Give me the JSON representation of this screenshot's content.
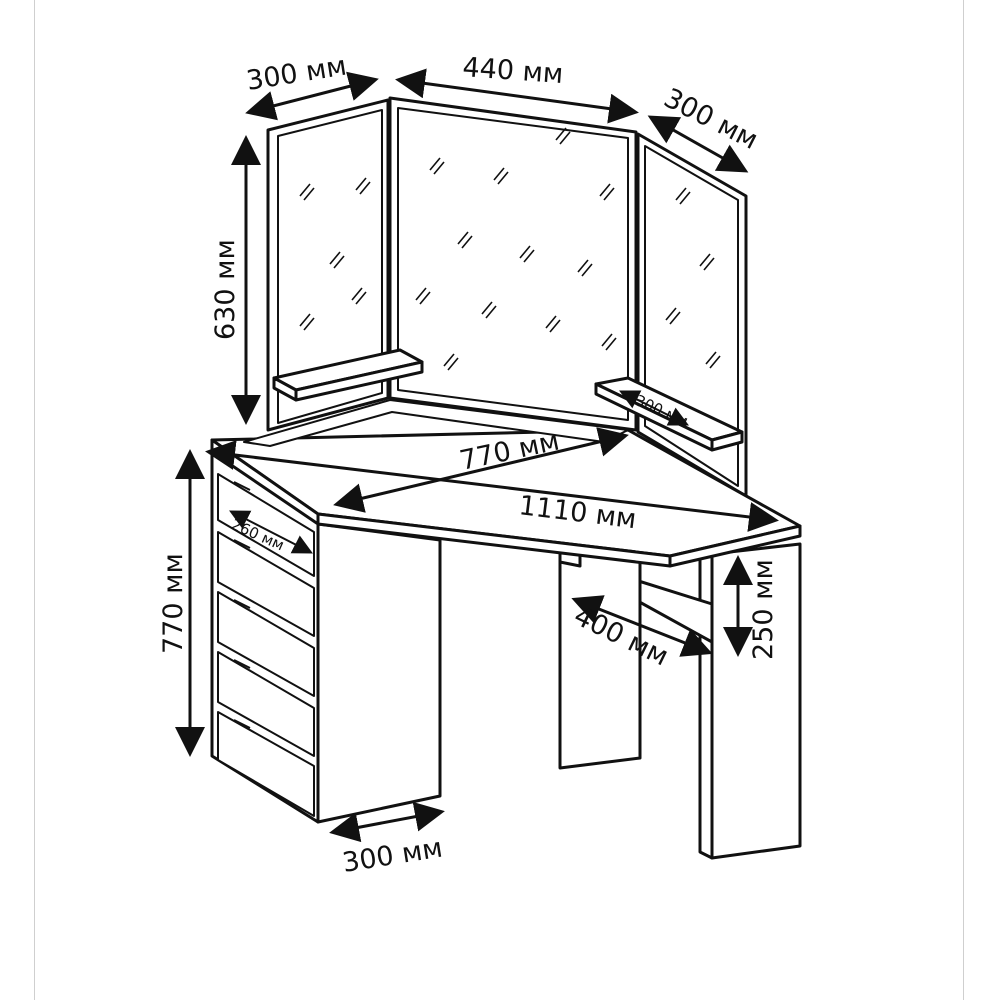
{
  "colors": {
    "line": "#111111",
    "fill": "#ffffff",
    "frame": "#cfcfcf"
  },
  "labels": {
    "mirror_left_width": "300 мм",
    "mirror_center_width": "440 мм",
    "mirror_right_width": "300 мм",
    "mirror_height": "630 мм",
    "shelf_depth": "300 мм",
    "top_depth": "770 мм",
    "top_width": "1110 мм",
    "drawer_width": "260 мм",
    "desk_height": "770 мм",
    "lower_shelf_height": "250 мм",
    "lower_shelf_width": "400 мм",
    "cabinet_depth": "300 мм"
  }
}
